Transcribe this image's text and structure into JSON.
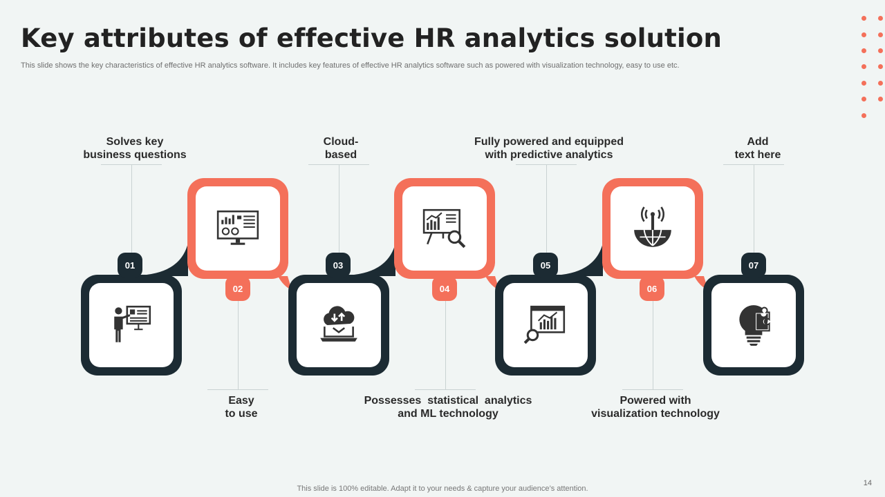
{
  "slide": {
    "title": "Key attributes of effective HR analytics solution",
    "subtitle": "This slide shows the key characteristics of effective HR analytics software. It includes key features of effective HR analytics software such as powered with visualization technology, easy to use etc.",
    "footer": "This slide is 100% editable. Adapt it to your needs & capture your audience’s attention.",
    "page_number": "14"
  },
  "colors": {
    "accent": "#f4705a",
    "dark": "#1c2b33",
    "background": "#f1f5f4"
  },
  "steps": [
    {
      "number": "01",
      "label": "Solves key business questions",
      "icon": "presenter-board-icon",
      "tone": "dark"
    },
    {
      "number": "02",
      "label": "Easy to use",
      "icon": "monitor-dashboard-icon",
      "tone": "red"
    },
    {
      "number": "03",
      "label": "Cloud- based",
      "icon": "cloud-laptop-icon",
      "tone": "dark"
    },
    {
      "number": "04",
      "label": "Possesses statistical analytics and ML technology",
      "icon": "chart-board-search-icon",
      "tone": "red"
    },
    {
      "number": "05",
      "label": "Fully powered and equipped with predictive analytics",
      "icon": "browser-chart-search-icon",
      "tone": "dark"
    },
    {
      "number": "06",
      "label": "Powered with visualization technology",
      "icon": "antenna-globe-icon",
      "tone": "red"
    },
    {
      "number": "07",
      "label": "Add text here",
      "icon": "bulb-puzzle-icon",
      "tone": "dark"
    }
  ],
  "labels": {
    "l01": [
      "Solves key",
      "business questions"
    ],
    "l02": [
      "Easy",
      "to use"
    ],
    "l03": [
      "Cloud-",
      "based"
    ],
    "l04": [
      "Possesses  statistical  analytics",
      "and ML technology"
    ],
    "l05": [
      "Fully powered and equipped",
      "with predictive analytics"
    ],
    "l06": [
      "Powered with",
      "visualization technology"
    ],
    "l07": [
      "Add",
      "text here"
    ]
  }
}
